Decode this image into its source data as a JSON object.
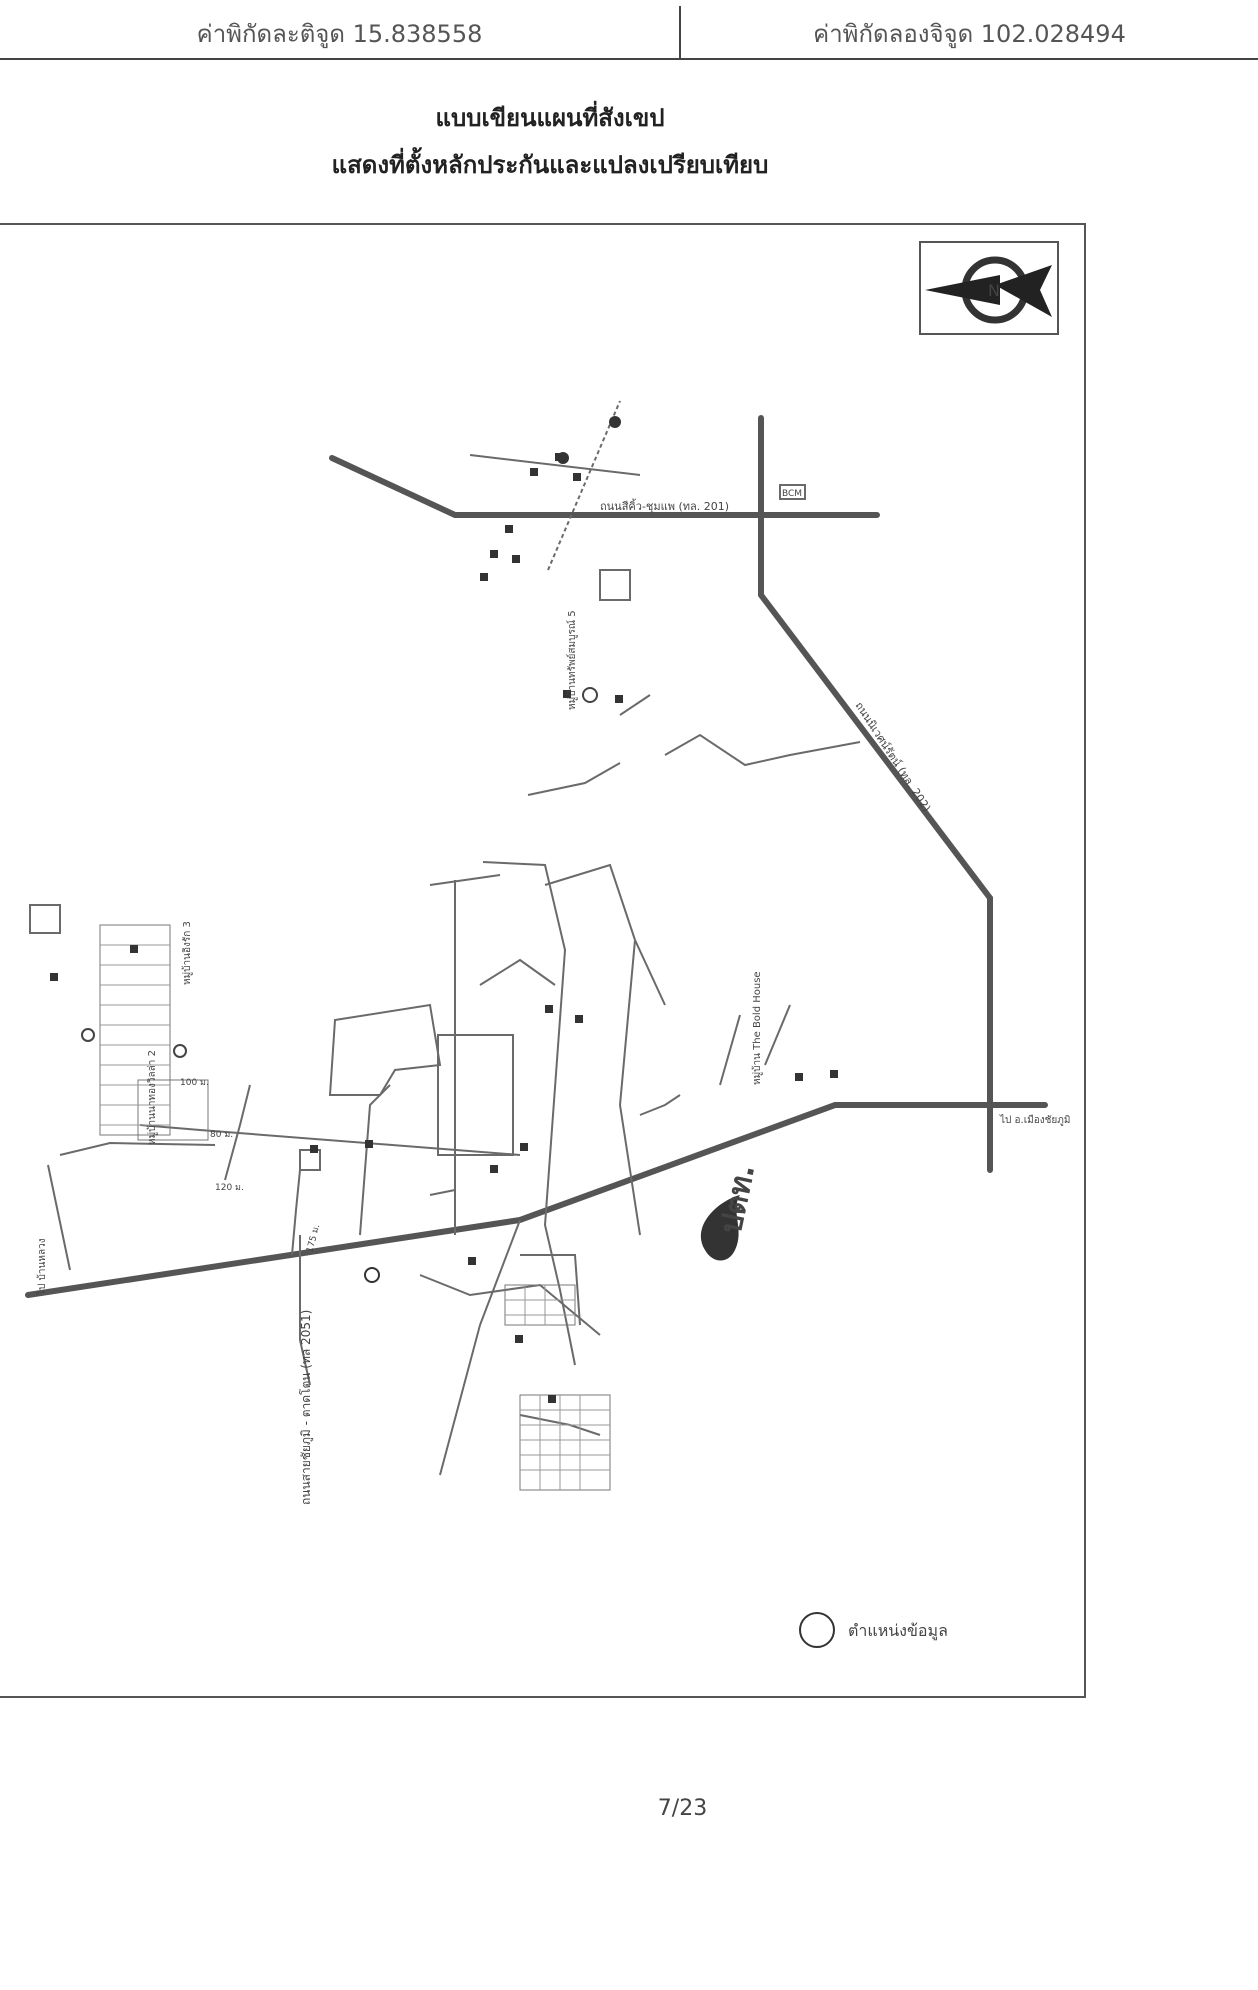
{
  "header": {
    "latitude": "ค่าพิกัดละติจูด 15.838558",
    "longitude": "ค่าพิกัดลองจิจูด 102.028494"
  },
  "title": {
    "line1": "แบบเขียนแผนที่สังเขป",
    "line2": "แสดงที่ตั้งหลักประกันและแปลงเปรียบเทียบ"
  },
  "map": {
    "legend": {
      "label": "ตำแหน่งข้อมูล"
    },
    "road_label_1": "ถนนสีคิ้ว-ชุมแพ (ทล. 201)",
    "road_label_2": "ถนนนิเวศน์รัตน์ (ทล. 202)",
    "road_label_3": "ถนนสายชัยภูมิ - ตาดโตน (ทล 2051)",
    "brand": "ปตท.",
    "to_city": "ไป อ.เมืองชัยภูมิ",
    "to_west": "ไป บ้านหลวง",
    "village_the_bold": "หมู่บ้าน The Bold House",
    "village_1": "หมู่บ้านทรัพย์สมบูรณ์ 5",
    "village_2": "หมู่บ้านอิงรัก 3",
    "village_3": "หมู่บ้านนาทองวิลล่า 2",
    "dist_1": "100 ม.",
    "dist_2": "80 ม.",
    "dist_3": "120 ม.",
    "dist_4": "175 ม.",
    "label_bcm": "BCM"
  },
  "colors": {
    "road": "#555555",
    "line": "#6a6a6a",
    "border": "#555555"
  },
  "footer": {
    "page": "7/23"
  }
}
